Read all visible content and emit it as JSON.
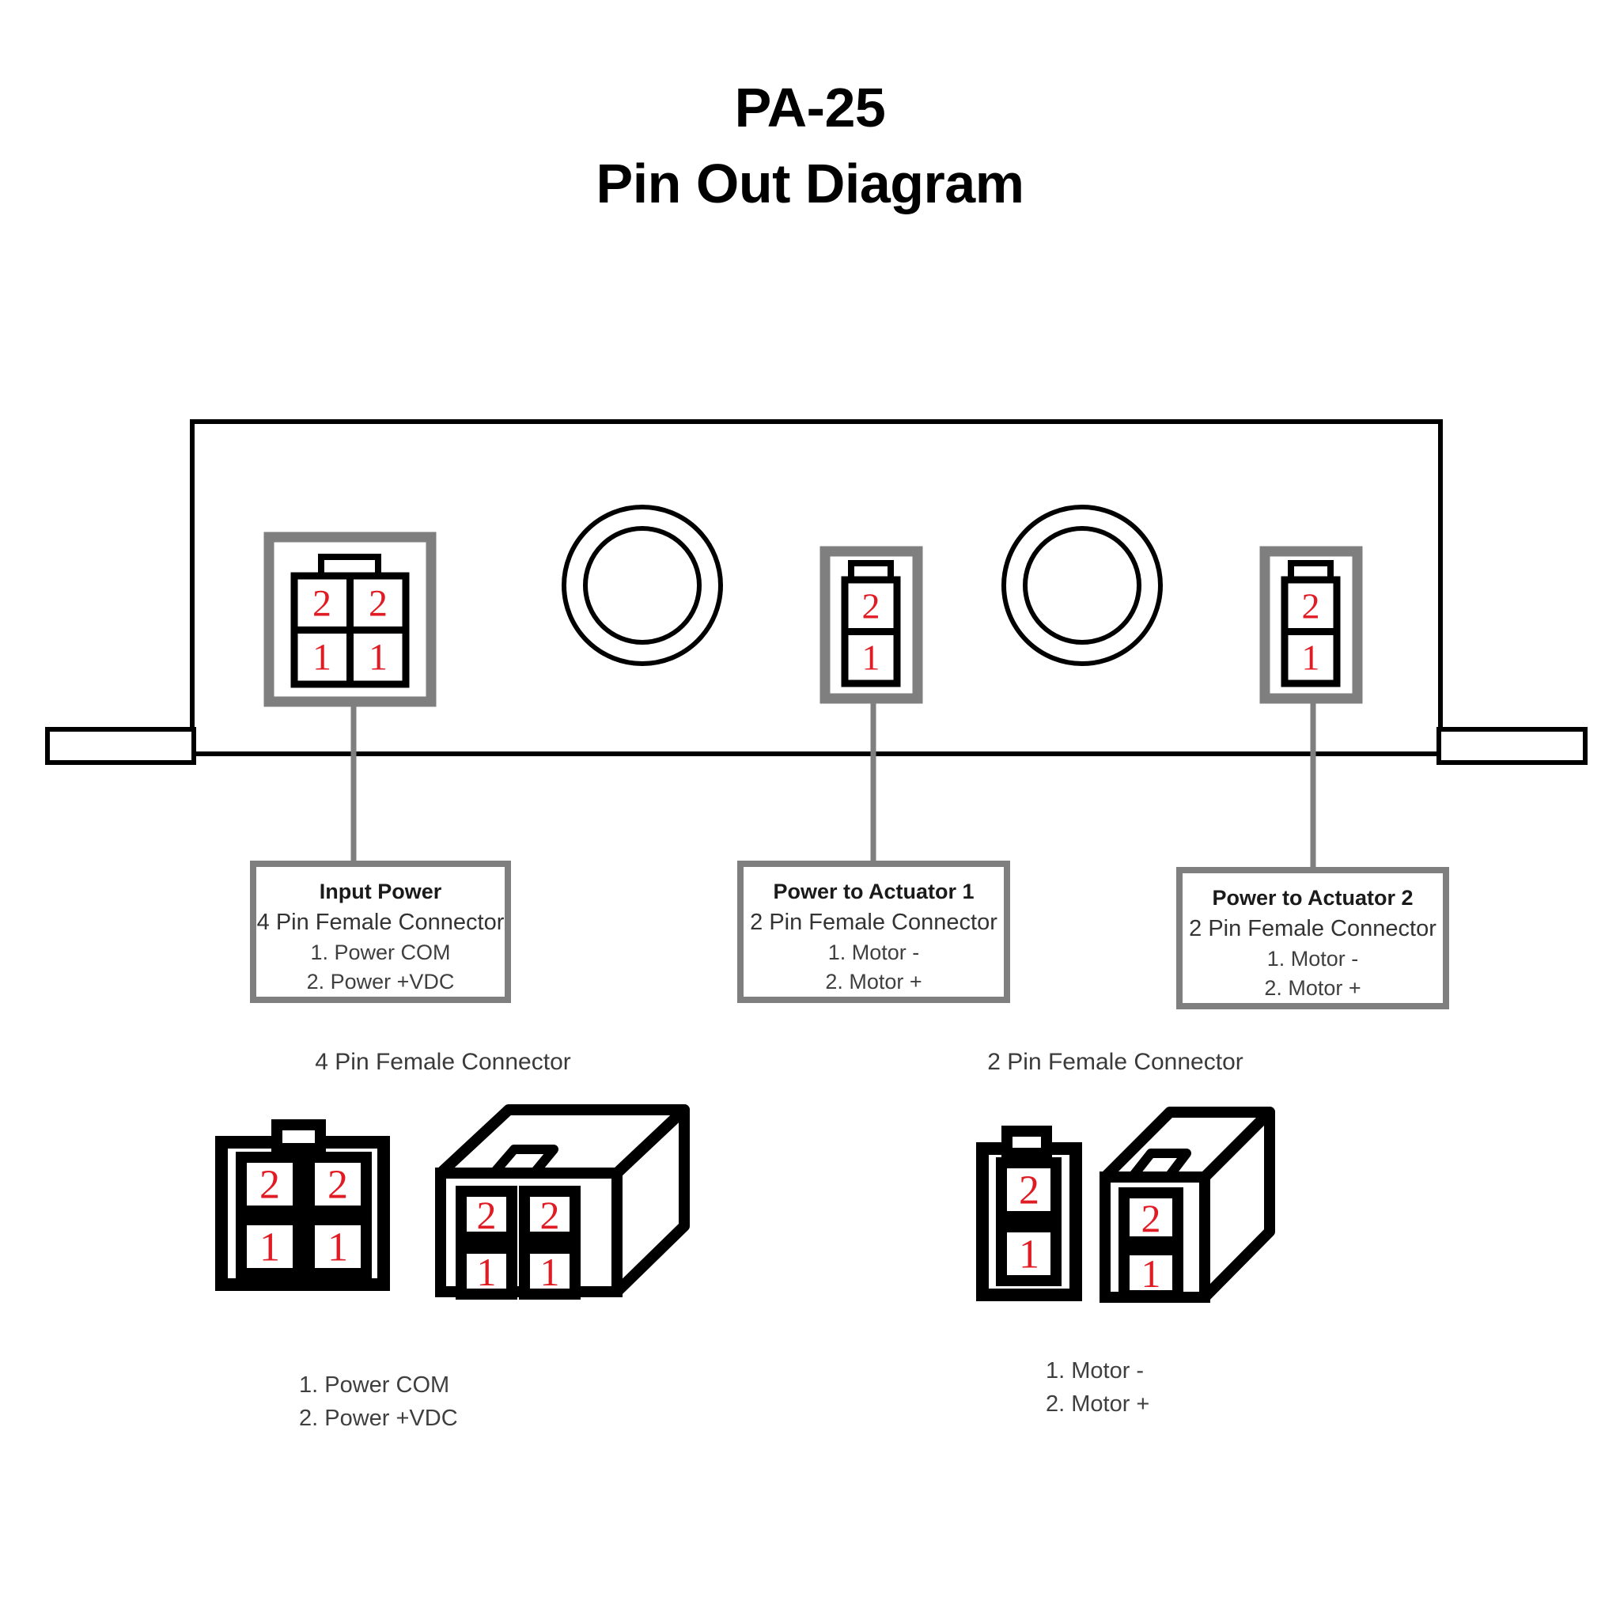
{
  "title": {
    "line1": "PA-25",
    "line2": "Pin Out Diagram"
  },
  "device": {
    "name": "PA-25 controller enclosure",
    "ports": [
      {
        "id": "input-power",
        "type": "4-pin",
        "pins": [
          "2",
          "2",
          "1",
          "1"
        ]
      },
      {
        "id": "round-port-1",
        "type": "circular"
      },
      {
        "id": "actuator-1",
        "type": "2-pin",
        "pins": [
          "2",
          "1"
        ]
      },
      {
        "id": "round-port-2",
        "type": "circular"
      },
      {
        "id": "actuator-2",
        "type": "2-pin",
        "pins": [
          "2",
          "1"
        ]
      }
    ]
  },
  "callouts": [
    {
      "header": "Input Power",
      "subtitle": "4 Pin Female Connector",
      "pins": [
        "1. Power COM",
        "2. Power +VDC"
      ]
    },
    {
      "header": "Power to Actuator 1",
      "subtitle": "2 Pin Female Connector",
      "pins": [
        "1. Motor -",
        "2. Motor +"
      ]
    },
    {
      "header": "Power to Actuator 2",
      "subtitle": "2 Pin Female Connector",
      "pins": [
        "1. Motor -",
        "2. Motor +"
      ]
    }
  ],
  "connector_details": [
    {
      "id": "four-pin-detail",
      "label": "4 Pin Female Connector",
      "front_pins": [
        "2",
        "2",
        "1",
        "1"
      ],
      "iso_pins": [
        "2",
        "2",
        "1",
        "1"
      ],
      "pin_list": [
        "1. Power COM",
        "2. Power +VDC"
      ]
    },
    {
      "id": "two-pin-detail",
      "label": "2 Pin Female Connector",
      "front_pins": [
        "2",
        "1"
      ],
      "iso_pins": [
        "2",
        "1"
      ],
      "pin_list": [
        "1. Motor -",
        "2. Motor +"
      ]
    }
  ],
  "colors": {
    "pin_number": "#e01b24",
    "callout_border": "#7f7f7f",
    "leader_line": "#7f7f7f",
    "outline": "#000000",
    "background": "#ffffff"
  }
}
